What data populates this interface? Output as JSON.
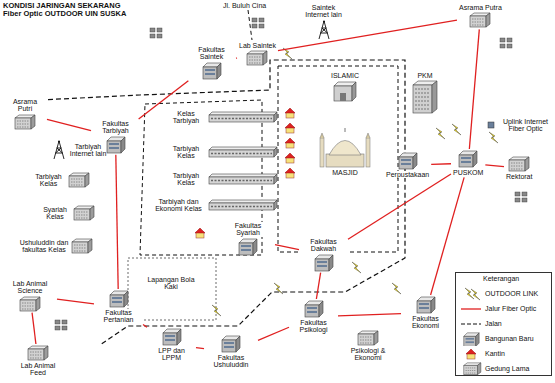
{
  "diagram": {
    "title": "KONDISI JARINGAN SEKARANG Fiber Optic OUTDOOR UIN SUSKA",
    "nodes": [
      {
        "text": [
          "Fakultas Saintek"
        ]
      },
      {
        "text": [
          "Saintek Internet lain"
        ]
      },
      {
        "text": [
          "Lab Saintek"
        ]
      },
      {
        "text": [
          "Asrama Putra"
        ]
      },
      {
        "text": [
          "Asrama Putri"
        ]
      },
      {
        "text": [
          "Tarbiyah Internet lain"
        ]
      },
      {
        "text": [
          "Fakultas Tarbiyah"
        ]
      },
      {
        "text": [
          "Kelas Tarbiyah"
        ]
      },
      {
        "text": [
          "ISLAMIC"
        ]
      },
      {
        "text": [
          "PKM"
        ]
      },
      {
        "text": [
          "Tarbiyah Kelas"
        ]
      },
      {
        "text": [
          "Tarbiyah Kelas"
        ]
      },
      {
        "text": [
          "Tarbiyah Kelas"
        ]
      },
      {
        "text": [
          "Syariah Kelas"
        ]
      },
      {
        "text": [
          "Tarbiyah dan Ekonomi Kelas"
        ]
      },
      {
        "text": [
          "MASJID"
        ]
      },
      {
        "text": [
          "Perpustakaan"
        ]
      },
      {
        "text": [
          "PUSKOM"
        ]
      },
      {
        "text": [
          "Rektorat"
        ]
      },
      {
        "text": [
          "Ushuluddin dan fakultas Kelas"
        ]
      },
      {
        "text": [
          "Fakultas Syariah"
        ]
      },
      {
        "text": [
          "Fakultas Dakwah"
        ]
      },
      {
        "text": [
          "Lab Animal Science"
        ]
      },
      {
        "text": [
          "Fakultas Pertanian"
        ]
      },
      {
        "text": [
          "Fakultas Psikologi"
        ]
      },
      {
        "text": [
          "Psikologi & Ekonomi"
        ]
      },
      {
        "text": [
          "Fakultas Ekonomi"
        ]
      },
      {
        "text": [
          "Lab Animal Feed"
        ]
      },
      {
        "text": [
          "LPP dan LPPM"
        ]
      },
      {
        "text": [
          "Fakultas Ushuluddin"
        ]
      }
    ],
    "edges": [
      {
        "from": 4,
        "to": 6,
        "arrow": "none"
      },
      {
        "from": 6,
        "to": 0,
        "arrow": "none"
      },
      {
        "from": 0,
        "to": 2,
        "arrow": "none"
      },
      {
        "from": 2,
        "to": 3,
        "arrow": "none"
      },
      {
        "from": 3,
        "to": 17,
        "arrow": "none"
      },
      {
        "from": 17,
        "to": 16,
        "arrow": "none"
      },
      {
        "from": 17,
        "to": 18,
        "arrow": "none"
      },
      {
        "from": 17,
        "to": 21,
        "arrow": "none"
      },
      {
        "from": 21,
        "to": 20,
        "arrow": "none"
      },
      {
        "from": 6,
        "to": 23,
        "arrow": "none"
      },
      {
        "from": 23,
        "to": 22,
        "arrow": "none"
      },
      {
        "from": 22,
        "to": 27,
        "arrow": "none"
      },
      {
        "from": 23,
        "to": 28,
        "arrow": "none"
      },
      {
        "from": 28,
        "to": 29,
        "arrow": "none"
      },
      {
        "from": 29,
        "to": 24,
        "arrow": "none"
      },
      {
        "from": 21,
        "to": 24,
        "arrow": "none"
      },
      {
        "from": 24,
        "to": 26,
        "arrow": "none"
      },
      {
        "from": 26,
        "to": 17,
        "arrow": "none"
      }
    ],
    "labels": [
      "Jl. Buluh Cina",
      "Uplink Internet Fiber Optic",
      "Lapangan Bola Kaki",
      "Keterangan"
    ],
    "legend": [
      {
        "text": "OUTDOOR LINK"
      },
      {
        "text": "Jalur Fiber Optic"
      },
      {
        "text": "Jalan"
      },
      {
        "text": "Bangunan Baru"
      },
      {
        "text": "Kantin"
      },
      {
        "text": "Gedung Lama"
      }
    ]
  }
}
